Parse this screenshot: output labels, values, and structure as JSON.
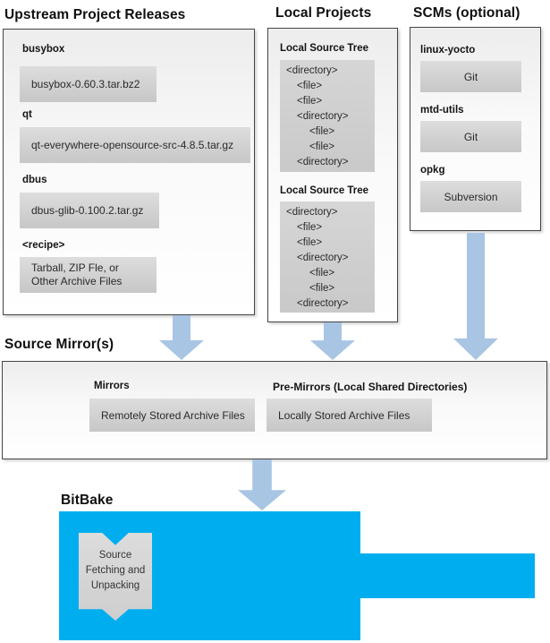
{
  "headings": {
    "upstream": "Upstream Project Releases",
    "local_projects": "Local Projects",
    "scms": "SCMs (optional)",
    "source_mirrors": "Source Mirror(s)",
    "bitbake": "BitBake"
  },
  "upstream": {
    "items": [
      {
        "label": "busybox",
        "file": "busybox-0.60.3.tar.bz2"
      },
      {
        "label": "qt",
        "file": "qt-everywhere-opensource-src-4.8.5.tar.gz"
      },
      {
        "label": "dbus",
        "file": "dbus-glib-0.100.2.tar.gz"
      },
      {
        "label": "<recipe>",
        "file_lines": [
          "Tarball, ZIP Fle, or",
          "Other Archive Files"
        ]
      }
    ]
  },
  "local_projects": {
    "tree_label": "Local Source Tree",
    "tree_lines": [
      {
        "text": "<directory>",
        "indent": 0
      },
      {
        "text": "<file>",
        "indent": 1
      },
      {
        "text": "<file>",
        "indent": 1
      },
      {
        "text": "<directory>",
        "indent": 1
      },
      {
        "text": "<file>",
        "indent": 2
      },
      {
        "text": "<file>",
        "indent": 2
      },
      {
        "text": "<directory>",
        "indent": 1
      }
    ]
  },
  "scms": {
    "items": [
      {
        "label": "linux-yocto",
        "scm": "Git"
      },
      {
        "label": "mtd-utils",
        "scm": "Git"
      },
      {
        "label": "opkg",
        "scm": "Subversion"
      }
    ]
  },
  "source_mirrors": {
    "mirrors_label": "Mirrors",
    "mirrors_value": "Remotely Stored Archive Files",
    "premirrors_label": "Pre-Mirrors (Local Shared Directories)",
    "premirrors_value": "Locally Stored Archive Files"
  },
  "bitbake": {
    "process_lines": [
      "Source",
      "Fetching and",
      "Unpacking"
    ]
  },
  "colors": {
    "bitbake_blue": "#00AEEF",
    "arrow_blue": "#A8C5E3",
    "panel_border": "#454545",
    "item_gray": "#D2D2D2"
  }
}
